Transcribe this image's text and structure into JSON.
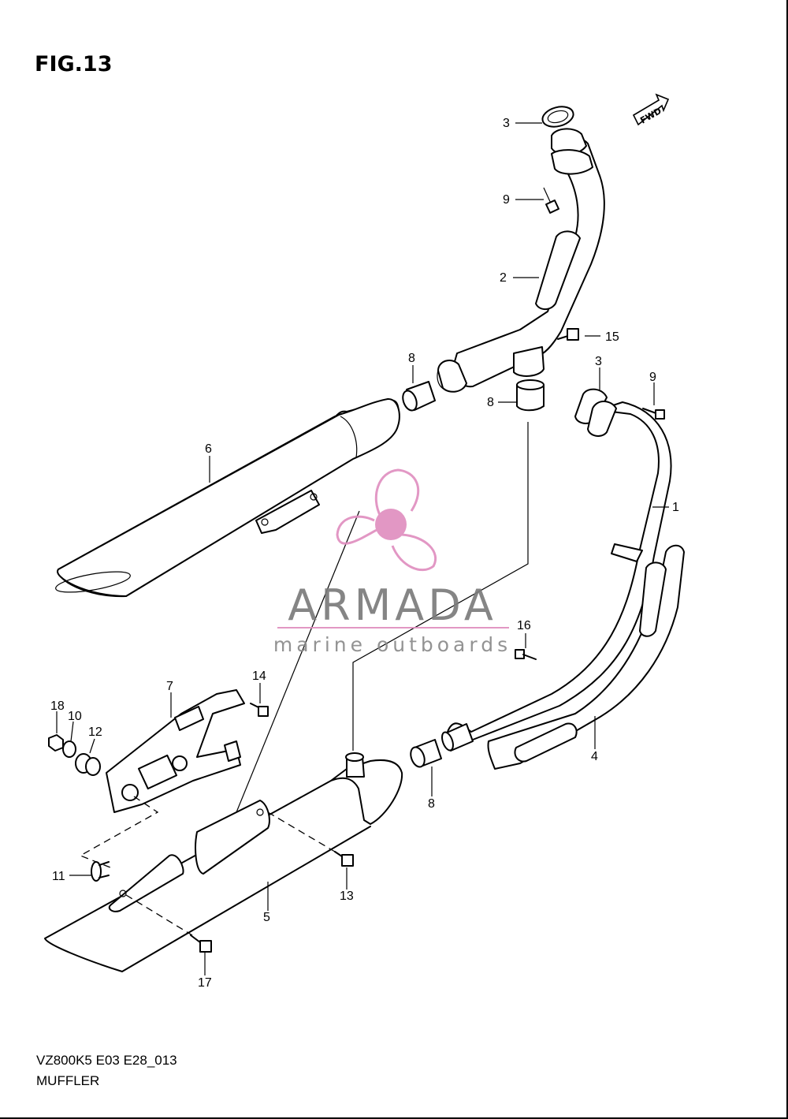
{
  "figure": {
    "title": "FIG.13"
  },
  "fwd_label": "FWD",
  "callouts": [
    "1",
    "2",
    "3",
    "3",
    "4",
    "5",
    "6",
    "7",
    "8",
    "8",
    "8",
    "9",
    "9",
    "10",
    "11",
    "12",
    "13",
    "14",
    "15",
    "16",
    "17",
    "18"
  ],
  "footer": {
    "code": "VZ800K5 E03 E28_013",
    "name": "MUFFLER"
  },
  "watermark": {
    "brand": "ARMADA",
    "tagline": "marine outboards",
    "color": "#e08fc0",
    "text_color": "#7b7b7b"
  }
}
